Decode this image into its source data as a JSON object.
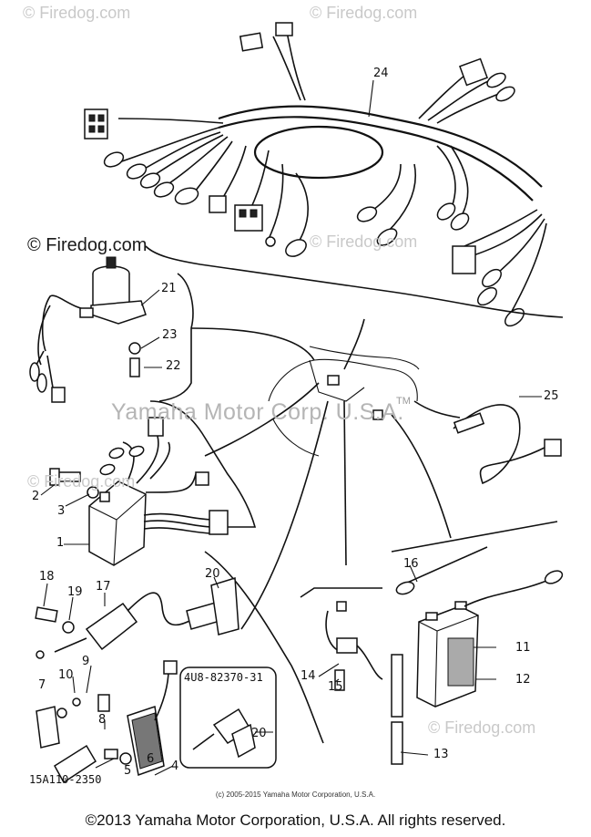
{
  "watermarks": {
    "top_left": "© Firedog.com",
    "top_right": "© Firedog.com",
    "left_mid": "© Firedog.com",
    "right_mid": "© Firedog.com",
    "center": "Yamaha Motor Corp. U.S.A.",
    "tm": "TM",
    "left_lower": "© Firedog.com",
    "right_lower": "© Firedog.com"
  },
  "callouts": {
    "c1": "1",
    "c2": "2",
    "c3": "3",
    "c4": "4",
    "c5": "5",
    "c6": "6",
    "c7": "7",
    "c8": "8",
    "c9": "9",
    "c10": "10",
    "c11": "11",
    "c12": "12",
    "c13": "13",
    "c14": "14",
    "c15": "15",
    "c16": "16",
    "c17": "17",
    "c18": "18",
    "c19": "19",
    "c20a": "20",
    "c20b": "20",
    "c21": "21",
    "c22": "22",
    "c23": "23",
    "c24": "24",
    "c25": "25"
  },
  "part_number_box": "4U8-82370-31",
  "diagram_code": "15A110-2350",
  "inner_copyright": "(c) 2005-2015 Yamaha Motor Corporation, U.S.A.",
  "footer": "©2013 Yamaha Motor Corporation, U.S.A. All rights reserved."
}
